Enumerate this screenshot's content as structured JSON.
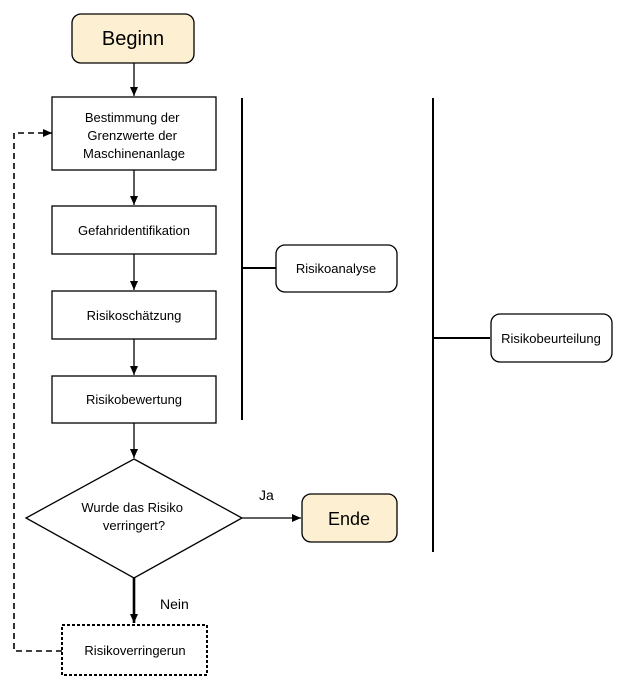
{
  "flowchart": {
    "start": {
      "label": "Beginn"
    },
    "steps": [
      {
        "lines": [
          "Bestimmung der",
          "Grenzwerte der",
          "Maschinenanlage"
        ]
      },
      {
        "lines": [
          "Gefahridentifikation"
        ]
      },
      {
        "lines": [
          "Risikoschätzung"
        ]
      },
      {
        "lines": [
          "Risikobewertung"
        ]
      }
    ],
    "decision": {
      "lines": [
        "Wurde das Risiko",
        "verringert?"
      ]
    },
    "yes_label": "Ja",
    "no_label": "Nein",
    "end": {
      "label": "Ende"
    },
    "reduction": {
      "label": "Risikoverringerun"
    },
    "groups": {
      "analysis": {
        "label": "Risikoanalyse"
      },
      "assessment": {
        "label": "Risikobeurteilung"
      }
    }
  },
  "colors": {
    "terminal_fill": "#fdf0d2",
    "stroke": "#000000",
    "background": "#ffffff"
  }
}
